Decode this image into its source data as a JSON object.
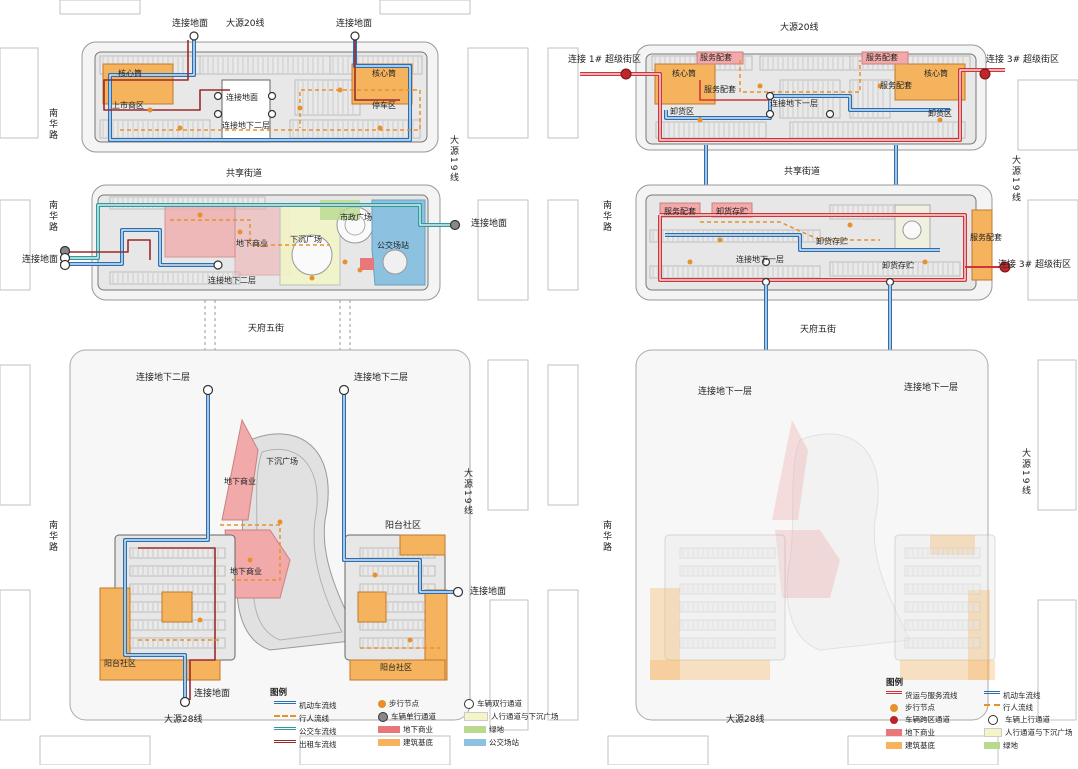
{
  "left": {
    "roads": {
      "dayuan20": "大源20线",
      "nanhua_top": "南华路",
      "dayuan19_top": "大源19线",
      "gongxiang": "共享街道",
      "nanhua_mid": "南华路",
      "tianfu5": "天府五街",
      "dayuan19_bottom": "大源19线",
      "nanhua_bottom": "南华路",
      "dayuan28": "大源28线"
    },
    "labels": {
      "conn_ground_1": "连接地面",
      "conn_ground_2": "连接地面",
      "core_left": "核心筒",
      "shangshu": "上市商区",
      "core_right": "核心筒",
      "tingshang": "停车区",
      "conn_ground_3": "连接地面",
      "conn_b2_top": "连接地下二层",
      "conn_ground_4": "连接地面",
      "conn_ground_5": "连接地面",
      "underground_mall_1": "地下商业",
      "sunken_plaza_1": "下沉广场",
      "plaza_circle": "市政广场",
      "bus_station": "公交场站",
      "conn_b2_mid": "连接地下二层",
      "conn_b2_left": "连接地下二层",
      "conn_b2_right": "连接地下二层",
      "sunken_plaza_2": "下沉广场",
      "underground_mall_2": "地下商业",
      "balcony_1": "阳台社区",
      "underground_mall_3": "地下商业",
      "conn_ground_6": "连接地面",
      "balcony_2": "阳台社区",
      "balcony_3": "阳台社区",
      "conn_ground_7": "连接地面"
    },
    "legend": {
      "title": "图例",
      "items": [
        "机动车流线",
        "步行节点",
        "车辆双行通道",
        "行人流线",
        "车辆单行通道",
        "人行通道与下沉广场",
        "公交车流线",
        "地下商业",
        "绿地",
        "出租车流线",
        "建筑基底",
        "公交场站"
      ]
    }
  },
  "right": {
    "roads": {
      "dayuan20": "大源20线",
      "nanhua_top": "南华路",
      "dayuan19_top": "大源19线",
      "gongxiang": "共享街道",
      "tianfu5": "天府五街",
      "dayuan19_bottom": "大源19线",
      "nanhua_bottom": "南华路",
      "dayuan28": "大源28线"
    },
    "labels": {
      "conn_super_1": "连接 1# 超级街区",
      "conn_super_3a": "连接 3# 超级街区",
      "service_1": "服务配套",
      "service_2": "服务配套",
      "core_1": "核心筒",
      "core_2": "核心筒",
      "service_3": "服务配套",
      "service_4": "服务配套",
      "conn_b1_top": "连接地下一层",
      "unload_1": "卸货区",
      "unload_2": "卸货区",
      "service_5": "服务配套",
      "storage_1": "卸货存贮",
      "storage_2": "卸货存贮",
      "service_6": "服务配套",
      "conn_b1_mid": "连接地下一层",
      "storage_3": "卸货存贮",
      "conn_super_3b": "连接 3# 超级街区",
      "conn_b1_left": "连接地下一层",
      "conn_b1_right": "连接地下一层"
    },
    "legend": {
      "title": "图例",
      "items": [
        "货运与服务流线",
        "机动车流线",
        "步行节点",
        "行人流线",
        "车辆跨区通道",
        "车辆上行通道",
        "地下商业",
        "人行通道与下沉广场",
        "建筑基底",
        "绿地"
      ]
    }
  },
  "colors": {
    "vehicle": "#2b6fb3",
    "pedestrian": "#e8912a",
    "freight": "#d0343a",
    "bus": "#2f9aa0",
    "taxi": "#9a2a2a",
    "commercial": "#f2a9a9",
    "building": "#f5b35e",
    "green": "#b9d98e",
    "busstation": "#8cc1e0",
    "plaza": "#f3f5c7",
    "parking": "#c9c9c9"
  }
}
